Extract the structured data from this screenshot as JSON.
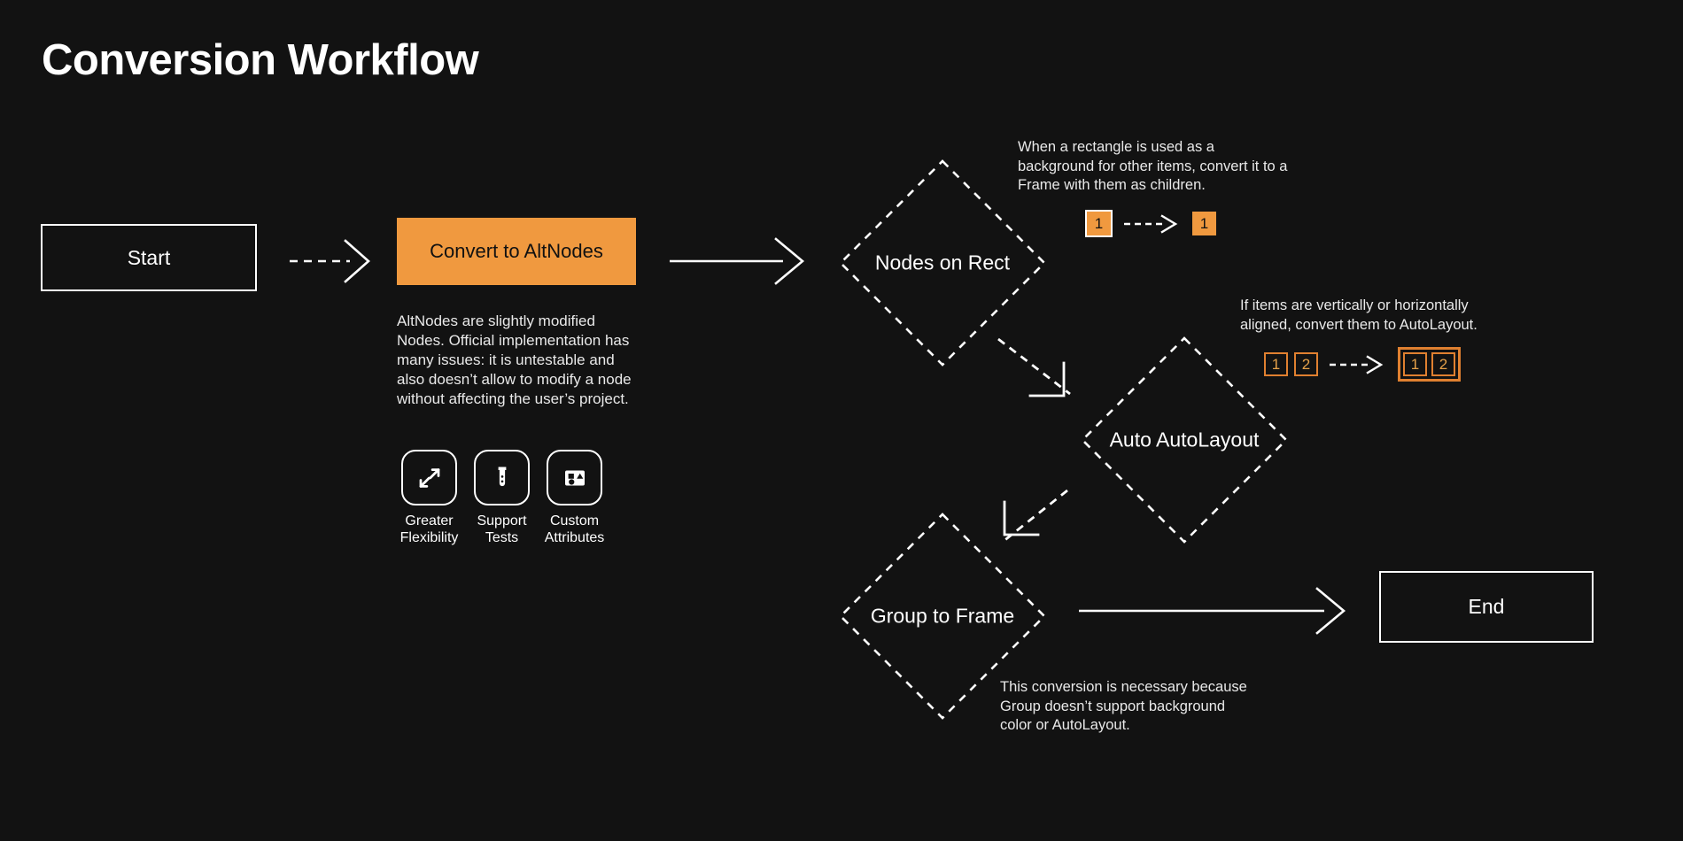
{
  "page": {
    "title": "Conversion Workflow",
    "background_color": "#121212",
    "accent_color": "#f0993f",
    "text_color": "#ffffff"
  },
  "nodes": {
    "start": {
      "label": "Start",
      "type": "terminal"
    },
    "convert": {
      "label": "Convert to AltNodes",
      "type": "process-highlighted"
    },
    "nodes_on_rect": {
      "label": "Nodes on Rect",
      "type": "decision"
    },
    "auto_autolayout": {
      "label": "Auto AutoLayout",
      "type": "decision"
    },
    "group_to_frame": {
      "label": "Group to Frame",
      "type": "decision"
    },
    "end": {
      "label": "End",
      "type": "terminal"
    }
  },
  "convert_description": "AltNodes are slightly modified Nodes. Official implementation has many issues: it is untestable and also doesn’t allow to modify a node without affecting the user’s project.",
  "features": [
    {
      "icon": "expand-arrows-icon",
      "label": "Greater\nFlexibility"
    },
    {
      "icon": "test-tube-icon",
      "label": "Support\nTests"
    },
    {
      "icon": "shapes-icon",
      "label": "Custom\nAttributes"
    }
  ],
  "annotations": {
    "nodes_on_rect": {
      "text": "When a rectangle is used as a background for other items, convert it to a Frame with them as children.",
      "before_badges": [
        "1"
      ],
      "after_badges": [
        "1"
      ]
    },
    "auto_autolayout": {
      "text": "If items are vertically or horizontally aligned, convert them to AutoLayout.",
      "before_badges": [
        "1",
        "2"
      ],
      "after_badges": [
        "1",
        "2"
      ]
    },
    "group_to_frame": {
      "text": "This conversion is necessary because Group doesn’t support background color or AutoLayout."
    }
  },
  "connectors": [
    {
      "from": "start",
      "to": "convert",
      "style": "dashed"
    },
    {
      "from": "convert",
      "to": "nodes_on_rect",
      "style": "solid"
    },
    {
      "from": "nodes_on_rect",
      "to": "auto_autolayout",
      "style": "dashed"
    },
    {
      "from": "auto_autolayout",
      "to": "group_to_frame",
      "style": "dashed"
    },
    {
      "from": "group_to_frame",
      "to": "end",
      "style": "solid"
    }
  ]
}
